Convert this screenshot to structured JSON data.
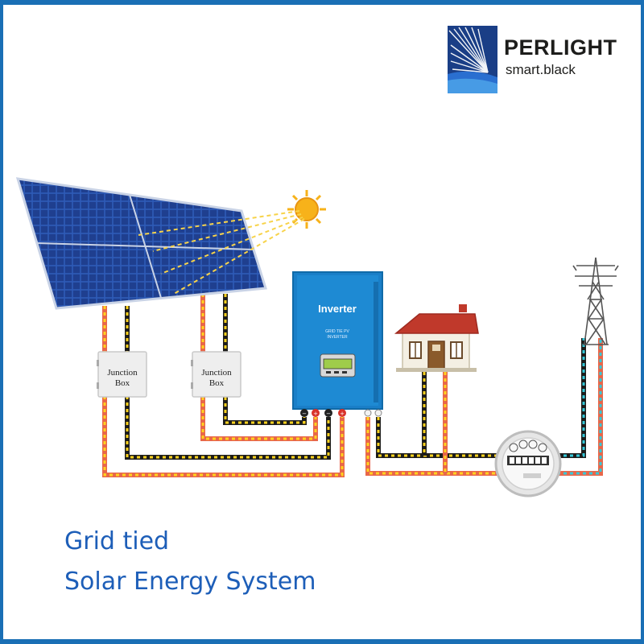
{
  "brand": {
    "name": "PERLIGHT",
    "tagline": "smart.black"
  },
  "labels": {
    "junction_box_1": [
      "Junction",
      "Box"
    ],
    "junction_box_2": [
      "Junction",
      "Box"
    ],
    "inverter_title": "Inverter",
    "inverter_subtitle_1": "GRID TIE PV",
    "inverter_subtitle_2": "INVERTER"
  },
  "caption": {
    "line1": "Grid tied",
    "line2": "Solar Energy System"
  },
  "colors": {
    "frame": "#1a6fb5",
    "caption": "#1d5eb8",
    "inverter": "#1a7fc8",
    "panel": "#1f3f8f",
    "sun": "#f7b21a",
    "dc_positive": "#e8674a",
    "dc_negative": "#1d1d1b",
    "wire_yellow": "#ffd21f",
    "grid_cyan": "#35c8d8"
  },
  "icons": [
    "solar-panel-icon",
    "sun-icon",
    "junction-box-icon",
    "inverter-icon",
    "house-icon",
    "electric-meter-icon",
    "transmission-tower-icon"
  ]
}
